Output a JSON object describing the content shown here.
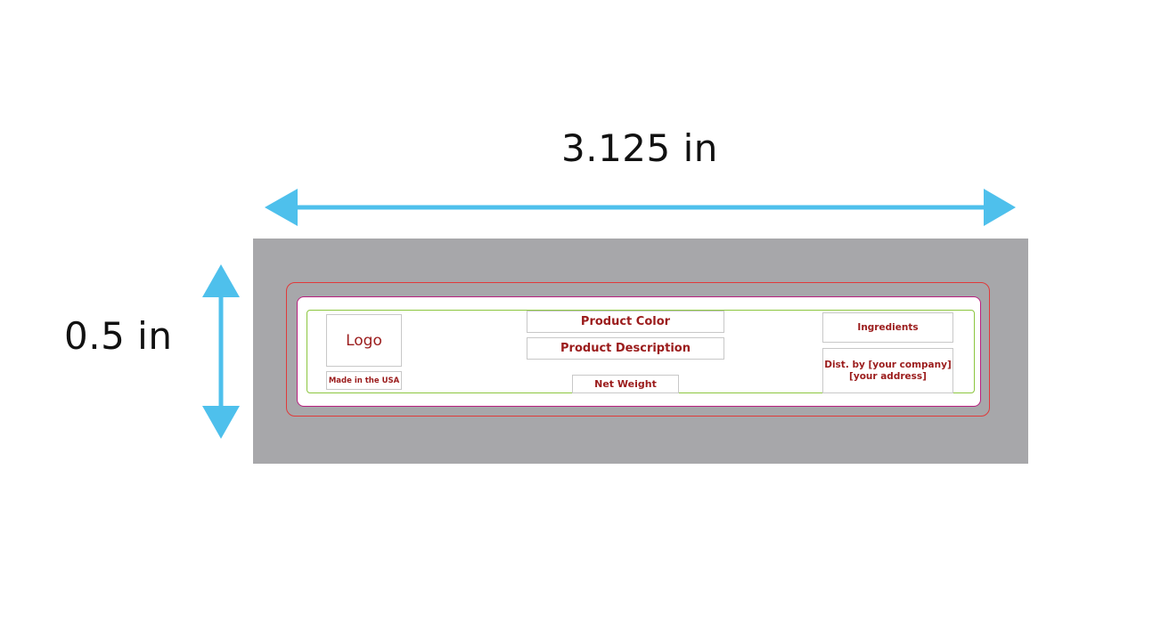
{
  "dimensions": {
    "width_label": "3.125 in",
    "height_label": "0.5 in"
  },
  "colors": {
    "arrow": "#4ec0ec",
    "board": "#a7a7aa",
    "bleed_line": "#e03a3a",
    "trim_line": "#b8207f",
    "safe_line": "#8cc63f",
    "field_text": "#9b1c1c"
  },
  "label": {
    "logo": "Logo",
    "made_in": "Made in the USA",
    "product_color": "Product Color",
    "product_description": "Product Description",
    "net_weight": "Net Weight",
    "ingredients": "Ingredients",
    "distributor_line1": "Dist. by [your company]",
    "distributor_line2": "[your address]"
  }
}
